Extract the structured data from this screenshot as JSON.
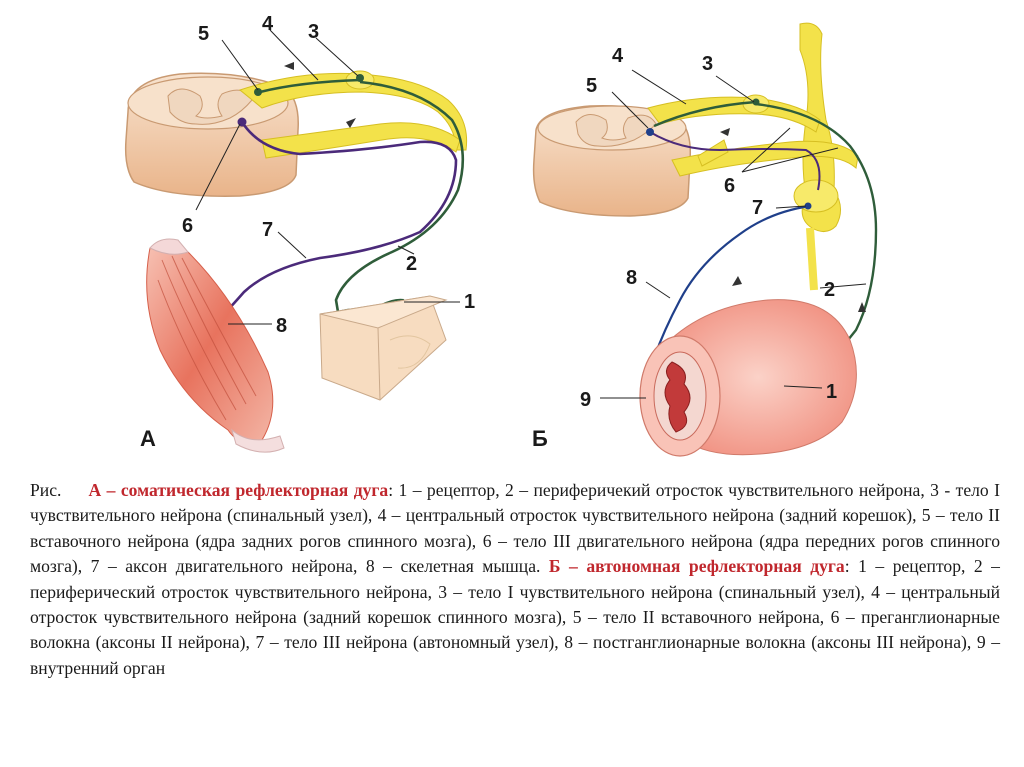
{
  "labels_a": {
    "n1": "1",
    "n2": "2",
    "n3": "3",
    "n4": "4",
    "n5": "5",
    "n6": "6",
    "n7": "7",
    "n8": "8",
    "panel": "А"
  },
  "labels_b": {
    "n1": "1",
    "n2": "2",
    "n3": "3",
    "n4": "4",
    "n5": "5",
    "n6": "6",
    "n7": "7",
    "n8": "8",
    "n9": "9",
    "panel": "Б"
  },
  "caption": {
    "prefix": "Рис. ",
    "somatic_title": "А – соматическая рефлекторная дуга",
    "somatic_text": ": 1 – рецептор, 2 – периферичекий отросток чувствительного нейрона, 3 - тело I чувствительного нейрона (спинальный узел), 4 – центральный отросток чувствительного нейрона (задний корешок), 5 – тело II вставочного нейрона (ядра задних рогов спинного мозга), 6 – тело III двигательного нейрона (ядра передних рогов спинного мозга), 7 – аксон двигательного нейрона, 8 – скелетная мышца. ",
    "autonomic_title": "Б – автономная рефлекторная дуга",
    "autonomic_text": ": 1 – рецептор, 2 – периферический отросток чувствительного нейрона, 3 – тело I чувствительного нейрона (спинальный узел), 4 – центральный отросток чувствительного нейрона (задний корешок спинного мозга), 5 – тело II вставочного нейрона, 6 – преганглионарные волокна (аксоны II нейрона), 7 – тело III нейрона (автономный узел), 8 – постганглионарные волокна (аксоны III нейрона), 9 – внутренний орган"
  },
  "colors": {
    "nerve": "#f3e24a",
    "sensory": "#2f5d3a",
    "motor": "#4b2a7a",
    "muscle": "#e8735e",
    "cord": "#f1cfb0",
    "organ": "#f5a9a0",
    "highlight": "#c0272d"
  }
}
